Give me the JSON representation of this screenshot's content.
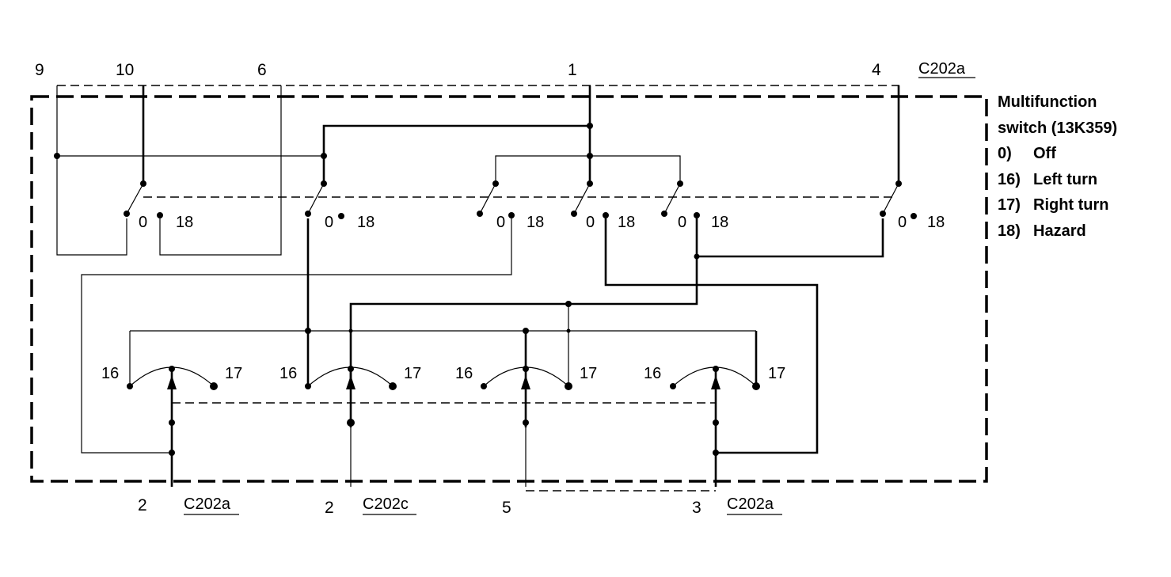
{
  "component": {
    "name": "Multifunction",
    "name_line2": "switch (13K359)",
    "positions": [
      {
        "code": "0)",
        "label": "Off"
      },
      {
        "code": "16)",
        "label": "Left turn"
      },
      {
        "code": "17)",
        "label": "Right turn"
      },
      {
        "code": "18)",
        "label": "Hazard"
      }
    ]
  },
  "top_pins": {
    "p9": "9",
    "p10": "10",
    "p6": "6",
    "p1": "1",
    "p4": "4",
    "connector": "C202a"
  },
  "hazard_switch_positions": {
    "off": "0",
    "hazard": "18"
  },
  "turn_switch_positions": {
    "left": "16",
    "right": "17"
  },
  "bottom_pins": [
    {
      "pin": "2",
      "connector": "C202a"
    },
    {
      "pin": "2",
      "connector": "C202c"
    },
    {
      "pin": "5",
      "connector": ""
    },
    {
      "pin": "3",
      "connector": "C202a"
    }
  ]
}
